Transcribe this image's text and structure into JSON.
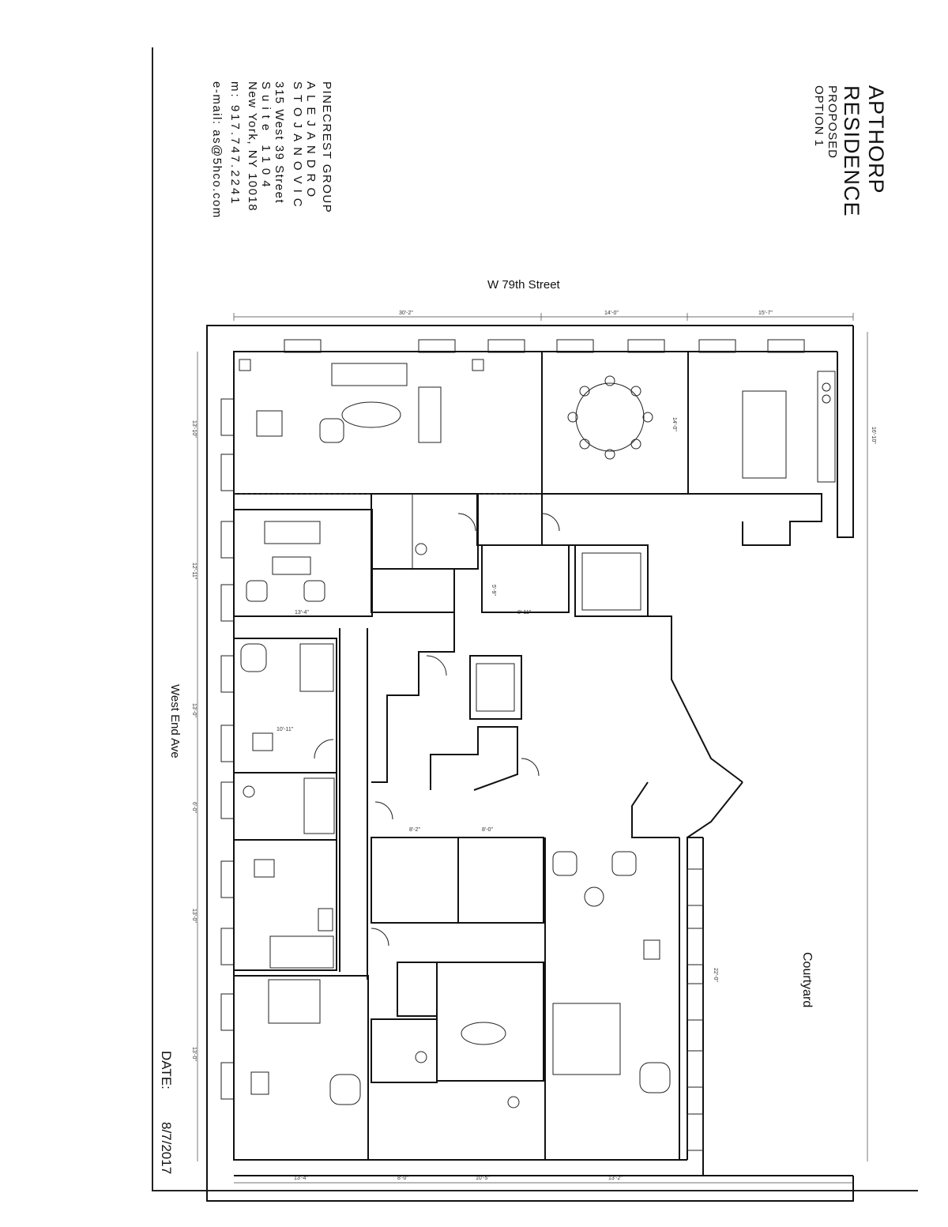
{
  "title": {
    "project": "APTHORP",
    "project2": "RESIDENCE",
    "status": "PROPOSED",
    "option": "OPTION 1"
  },
  "firm": {
    "group": "PINECREST GROUP",
    "first_name": "ALEJANDRO",
    "last_name": "STOJANOVIC",
    "address1": "315 West 39 Street",
    "address2": "Suite 1104",
    "address3": "New York, NY 10018",
    "mobile": "m: 917.747.2241",
    "email": "e-mail: as@5hco.com"
  },
  "date": {
    "label": "DATE:",
    "value": "8/7/2017"
  },
  "streets": {
    "north": "W 79th Street",
    "west": "West End Ave",
    "courtyard": "Courtyard"
  },
  "dimensions": {
    "top": [
      "30'-2\"",
      "14'-0\"",
      "15'-7\""
    ],
    "bottom": [
      "13'-4\"",
      "8'-0\"",
      "10'-5\"",
      "13'-2\""
    ],
    "left": [
      "13'-10\"",
      "12'-11\"",
      "13'-0\"",
      "6'-0\"",
      "13'-0\"",
      "13'-0\""
    ],
    "right": [
      "16'-10\"",
      "22'-0\""
    ],
    "interior": [
      "13'-4\"",
      "10'-11\"",
      "8'-2\"",
      "8'-0\"",
      "14'-0\"",
      "8'-11\"",
      "5'-9\""
    ]
  }
}
